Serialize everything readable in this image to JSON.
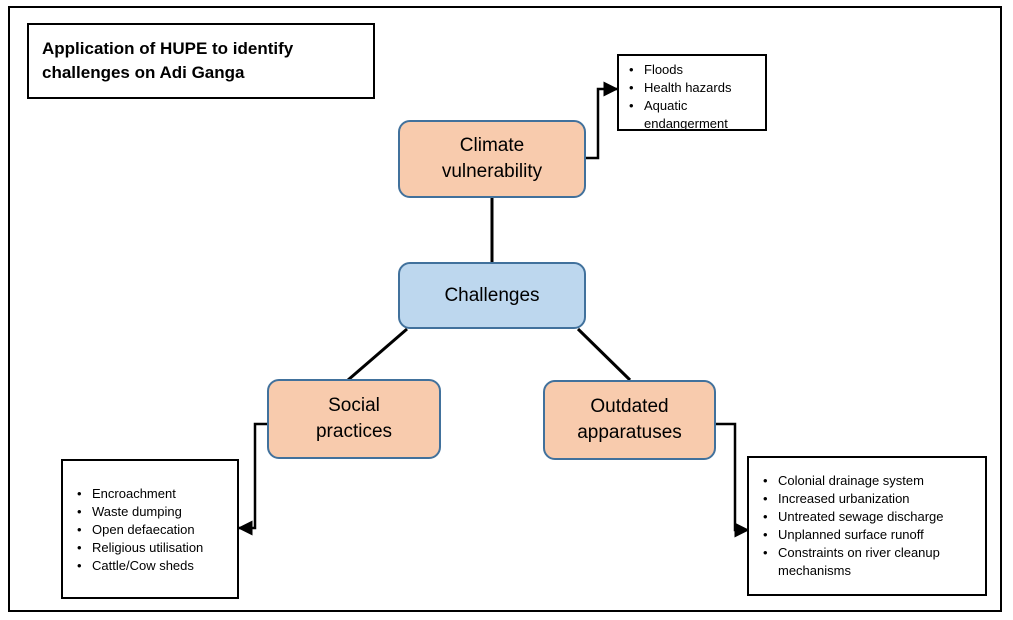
{
  "title": {
    "line1": "Application of HUPE to identify",
    "line2": "challenges on Adi Ganga"
  },
  "nodes": {
    "climate": {
      "line1": "Climate",
      "line2": "vulnerability"
    },
    "challenges": {
      "label": "Challenges"
    },
    "social": {
      "line1": "Social",
      "line2": "practices"
    },
    "outdated": {
      "line1": "Outdated",
      "line2": "apparatuses"
    }
  },
  "lists": {
    "climate": [
      "Floods",
      "Health hazards",
      "Aquatic endangerment"
    ],
    "social": [
      "Encroachment",
      "Waste dumping",
      "Open defaecation",
      "Religious utilisation",
      "Cattle/Cow sheds"
    ],
    "outdated": [
      "Colonial drainage system",
      "Increased urbanization",
      "Untreated sewage discharge",
      "Unplanned surface runoff",
      "Constraints on river cleanup mechanisms"
    ]
  },
  "colors": {
    "node_peach": "#f8cbad",
    "node_blue": "#bdd7ee",
    "node_border": "#41719c"
  }
}
